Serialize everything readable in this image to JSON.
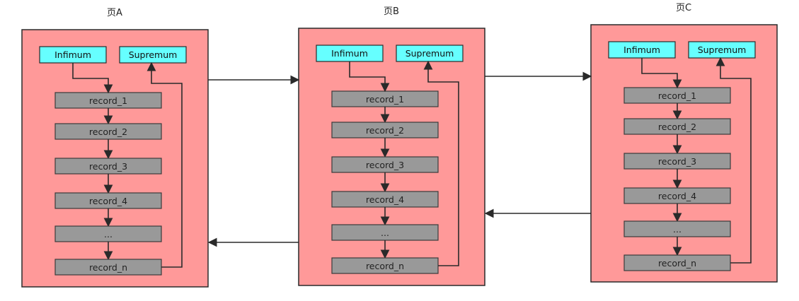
{
  "pages": [
    {
      "title": "页A",
      "header_labels": [
        "Infimum",
        "Supremum"
      ],
      "records": [
        "record_1",
        "record_2",
        "record_3",
        "record_4",
        "...",
        "record_n"
      ]
    },
    {
      "title": "页B",
      "header_labels": [
        "Infimum",
        "Supremum"
      ],
      "records": [
        "record_1",
        "record_2",
        "record_3",
        "record_4",
        "...",
        "record_n"
      ]
    },
    {
      "title": "页C",
      "header_labels": [
        "Infimum",
        "Supremum"
      ],
      "records": [
        "record_1",
        "record_2",
        "record_3",
        "record_4",
        "...",
        "record_n"
      ]
    }
  ],
  "colors": {
    "page_fill": "#ff9999",
    "header_fill": "#66ffff",
    "record_fill": "#999999",
    "line": "#2a2a2a"
  }
}
